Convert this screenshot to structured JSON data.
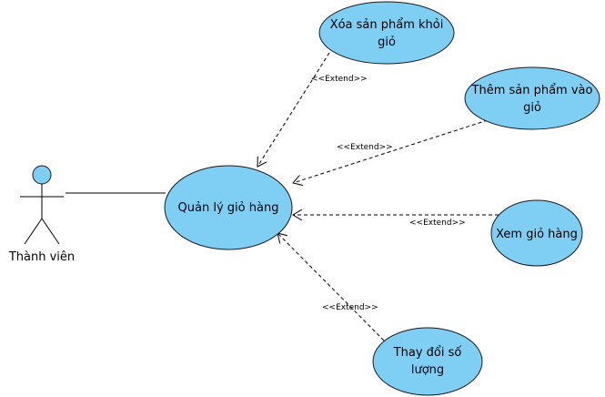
{
  "diagram": {
    "actor": {
      "name": "Thành viên"
    },
    "main_use_case": {
      "lines": [
        "Quản lý giỏ hàng"
      ]
    },
    "extensions": [
      {
        "id": "remove",
        "lines": [
          "Xóa sản phẩm khỏi",
          "giỏ"
        ],
        "relation": "<<Extend>>"
      },
      {
        "id": "add",
        "lines": [
          "Thêm sản phẩm vào",
          "giỏ"
        ],
        "relation": "<<Extend>>"
      },
      {
        "id": "view",
        "lines": [
          "Xem giỏ hàng"
        ],
        "relation": "<<Extend>>"
      },
      {
        "id": "change-qty",
        "lines": [
          "Thay đổi số",
          "lượng"
        ],
        "relation": "<<Extend>>"
      }
    ],
    "colors": {
      "use_case_fill": "#7fcff5",
      "use_case_stroke": "#1a1a1a",
      "actor_head_fill": "#7fcff5",
      "line": "#000000"
    }
  }
}
